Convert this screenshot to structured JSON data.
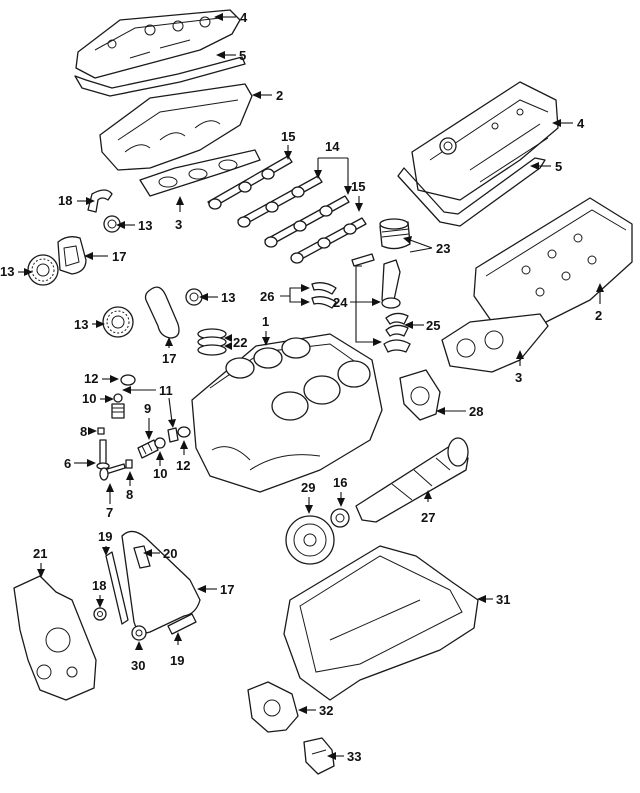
{
  "diagram": {
    "callouts": {
      "c4a": "4",
      "c5a": "5",
      "c2a": "2",
      "c15a": "15",
      "c14": "14",
      "c15b": "15",
      "c4b": "4",
      "c5b": "5",
      "c18a": "18",
      "c13a": "13",
      "c3a": "3",
      "c13b": "13",
      "c17a": "17",
      "c23": "23",
      "c26": "26",
      "c13c": "13",
      "c24": "24",
      "c2b": "2",
      "c13d": "13",
      "c25": "25",
      "c1": "1",
      "c22": "22",
      "c17b": "17",
      "c3b": "3",
      "c12a": "12",
      "c11": "11",
      "c10a": "10",
      "c9": "9",
      "c28": "28",
      "c8a": "8",
      "c6": "6",
      "c10b": "10",
      "c12b": "12",
      "c8b": "8",
      "c7": "7",
      "c29": "29",
      "c16": "16",
      "c27": "27",
      "c19a": "19",
      "c21": "21",
      "c20": "20",
      "c18b": "18",
      "c17c": "17",
      "c31": "31",
      "c30": "30",
      "c19b": "19",
      "c32": "32",
      "c33": "33"
    }
  }
}
